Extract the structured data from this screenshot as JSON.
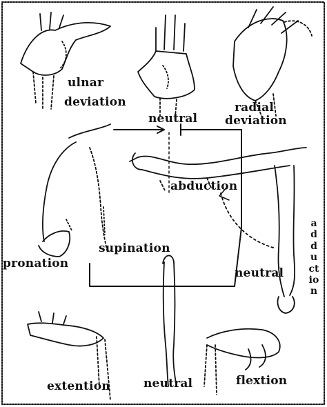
{
  "labels": {
    "ulnar_deviation_1": "ulnar",
    "ulnar_deviation_2": "deviation",
    "neutral_top": "neutral",
    "radial_deviation_1": "radial",
    "radial_deviation_2": "deviation",
    "abduction": "abduction",
    "pronation": "pronation",
    "supination": "supination",
    "neutral_right": "neutral",
    "adduction_vertical": "adduction",
    "extension": "extention",
    "neutral_bottom": "neutral",
    "flexion": "flextion"
  },
  "colors": {
    "ink": "#111111",
    "paper": "#ffffff"
  }
}
